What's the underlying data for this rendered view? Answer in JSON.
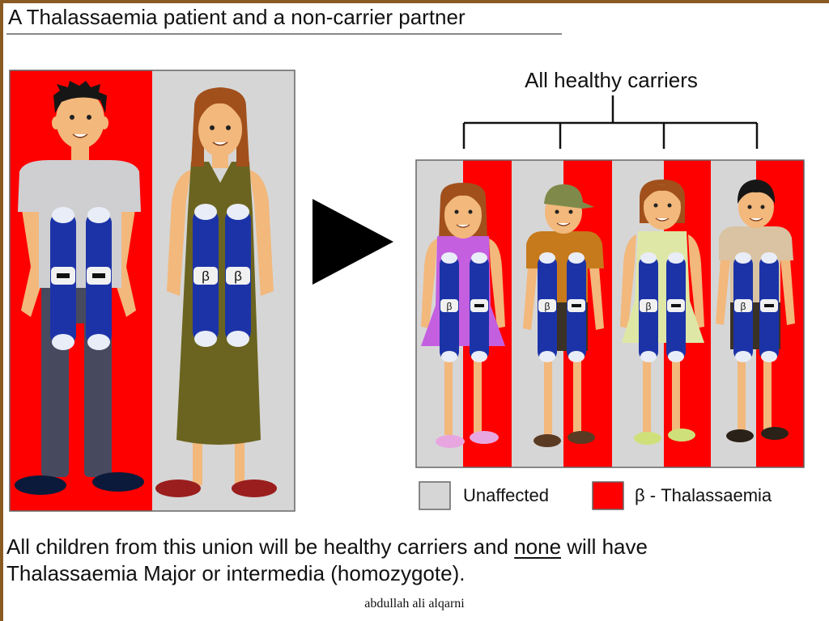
{
  "title": "A Thalassaemia patient and a non-carrier partner",
  "bracket_label": "All healthy carriers",
  "gene_symbols": {
    "beta": "β",
    "absent": "–"
  },
  "legend": {
    "unaffected": {
      "label": "Unaffected",
      "color": "#d6d6d6"
    },
    "thalassaemia": {
      "label": "β - Thalassaemia",
      "color": "#ff0000"
    }
  },
  "note": {
    "before": "All children from this union will be healthy carriers and ",
    "emphasis": "none",
    "after": " will have",
    "line2": "Thalassaemia Major or intermedia (homozygote)."
  },
  "credit": "abdullah ali alqarni",
  "parents": [
    {
      "role": "father",
      "status": "thalassaemia patient",
      "genes": [
        "absent",
        "absent"
      ]
    },
    {
      "role": "mother",
      "status": "non-carrier",
      "genes": [
        "beta",
        "beta"
      ]
    }
  ],
  "children": [
    {
      "role": "girl",
      "status": "healthy carrier",
      "genes": [
        "beta",
        "absent"
      ]
    },
    {
      "role": "boy-with-cap",
      "status": "healthy carrier",
      "genes": [
        "beta",
        "absent"
      ]
    },
    {
      "role": "girl",
      "status": "healthy carrier",
      "genes": [
        "beta",
        "absent"
      ]
    },
    {
      "role": "boy",
      "status": "healthy carrier",
      "genes": [
        "beta",
        "absent"
      ]
    }
  ],
  "icons": {
    "arrow": "right-triangle-arrow-icon"
  }
}
